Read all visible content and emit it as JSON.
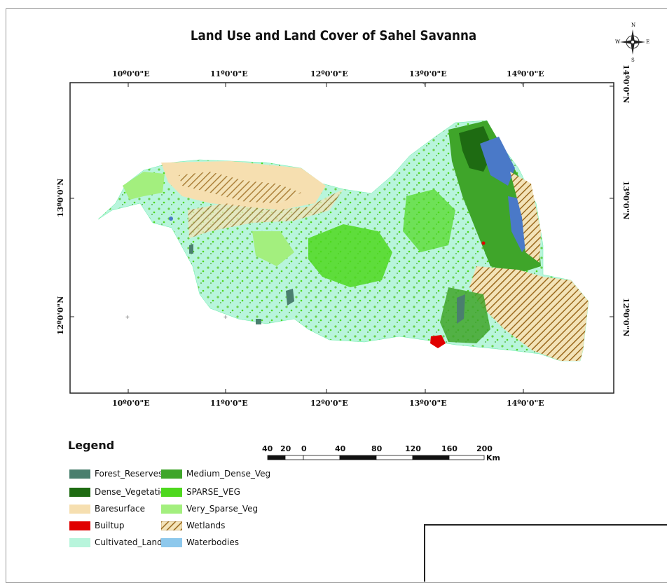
{
  "title": "Land Use and Land Cover of Sahel Savanna",
  "graticule": {
    "longitudes": [
      "10º0'0\"E",
      "11º0'0\"E",
      "12º0'0\"E",
      "13º0'0\"E",
      "14º0'0\"E"
    ],
    "latitudes": [
      "14º0'0\"N",
      "13º0'0\"N",
      "12º0'0\"N"
    ]
  },
  "compass": {
    "n": "N",
    "s": "S",
    "e": "E",
    "w": "W"
  },
  "legend": {
    "title": "Legend",
    "items": [
      {
        "label": "Forest_Reserves",
        "color": "#4a7f6e"
      },
      {
        "label": "Dense_Vegetation",
        "color": "#1e6b12"
      },
      {
        "label": "Baresurface",
        "color": "#f6dfb0"
      },
      {
        "label": "Builtup",
        "color": "#e00000"
      },
      {
        "label": "Cultivated_Land",
        "color": "#b8f5dc"
      },
      {
        "label": "Medium_Dense_Veg",
        "color": "#3fa52a"
      },
      {
        "label": "SPARSE_VEG",
        "color": "#4ed81e"
      },
      {
        "label": "Very_Sparse_Veg",
        "color": "#a3ef7e"
      },
      {
        "label": "Wetlands",
        "color": "hatch"
      },
      {
        "label": "Waterbodies",
        "color": "#8dc8ec"
      }
    ]
  },
  "scalebar": {
    "labels": [
      "40",
      "20",
      "0",
      "40",
      "80",
      "120",
      "160",
      "200"
    ],
    "unit": "Km"
  }
}
